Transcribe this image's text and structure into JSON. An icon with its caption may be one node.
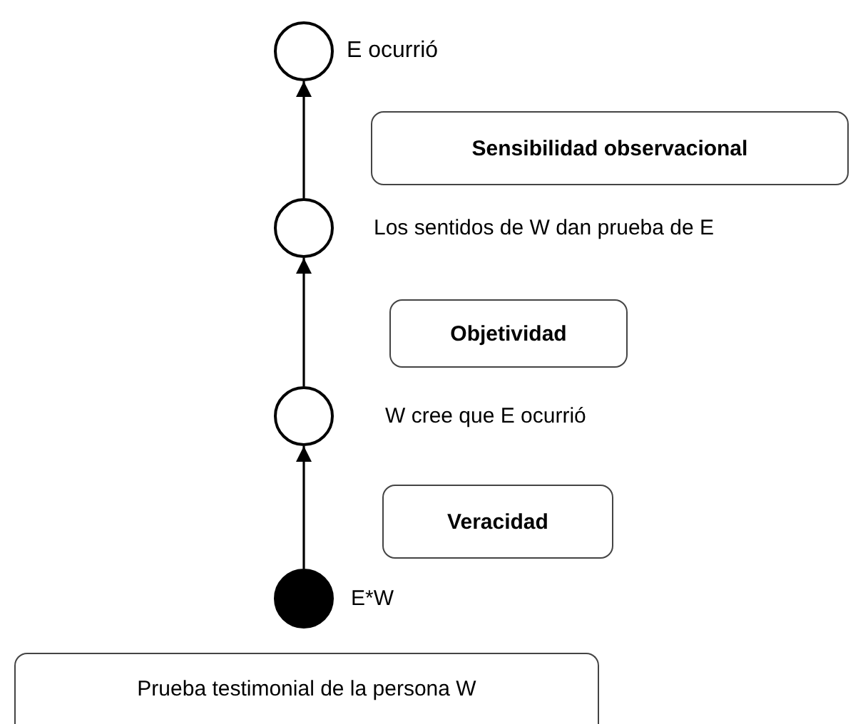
{
  "diagram": {
    "nodes": [
      {
        "text": [],
        "shape": "circle",
        "beside": [
          "E ocurrió"
        ]
      },
      {
        "text": [
          "Sensibilidad observacional"
        ]
      },
      {
        "text": [],
        "shape": "circle",
        "beside": [
          "Los sentidos de W dan prueba de E"
        ]
      },
      {
        "text": [
          "Objetividad"
        ]
      },
      {
        "text": [],
        "shape": "circle",
        "beside": [
          "W cree que E ocurrió"
        ]
      },
      {
        "text": [
          "Veracidad"
        ]
      },
      {
        "text": [],
        "shape": "dot",
        "beside": [
          "E*W"
        ]
      },
      {
        "text": [
          "Prueba testimonial de la persona W"
        ]
      }
    ],
    "edges": [
      {
        "from": 6,
        "to": 4,
        "arrow": "to"
      },
      {
        "from": 4,
        "to": 2,
        "arrow": "to"
      },
      {
        "from": 2,
        "to": 0,
        "arrow": "to"
      }
    ]
  }
}
